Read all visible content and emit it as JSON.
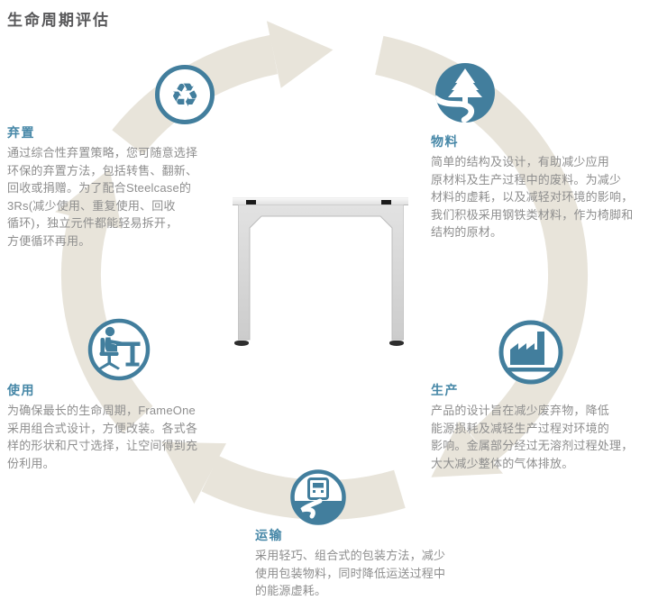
{
  "page": {
    "title": "生命周期评估"
  },
  "colors": {
    "accent_teal": "#427e9d",
    "heading_teal": "#4687a7",
    "body_gray": "#8e8e8e",
    "title_gray": "#58585a",
    "ring_beige": "#e8e4da"
  },
  "icons": {
    "recycle_glyph": "♻"
  },
  "stages": [
    {
      "id": "disposal",
      "heading": "弃置",
      "icon": "recycle-icon",
      "body": "通过综合性弃置策略，您可随意选择\n环保的弃置方法，包括转售、翻新、\n回收或捐赠。为了配合Steelcase的\n3Rs(减少使用、重复使用、回收\n循环)，独立元件都能轻易拆开，\n方便循环再用。"
    },
    {
      "id": "materials",
      "heading": "物料",
      "icon": "tree-icon",
      "body": "简单的结构及设计，有助减少应用\n原材料及生产过程中的废料。为减少\n材料的虚耗，以及减轻对环境的影响，\n我们积极采用钢铁类材料，作为椅脚和\n结构的原材。"
    },
    {
      "id": "production",
      "heading": "生产",
      "icon": "factory-icon",
      "body": "产品的设计旨在减少废弃物，降低\n能源损耗及减轻生产过程对环境的\n影响。金属部分经过无溶剂过程处理，\n大大减少整体的气体排放。"
    },
    {
      "id": "transport",
      "heading": "运输",
      "icon": "truck-icon",
      "body": "采用轻巧、组合式的包装方法，减少\n使用包装物料，同时降低运送过程中\n的能源虚耗。"
    },
    {
      "id": "use",
      "heading": "使用",
      "icon": "person-desk-icon",
      "body": "为确保最长的生命周期，FrameOne\n采用组合式设计，方便改装。各式各\n样的形状和尺寸选择，让空间得到充\n份利用。"
    }
  ]
}
